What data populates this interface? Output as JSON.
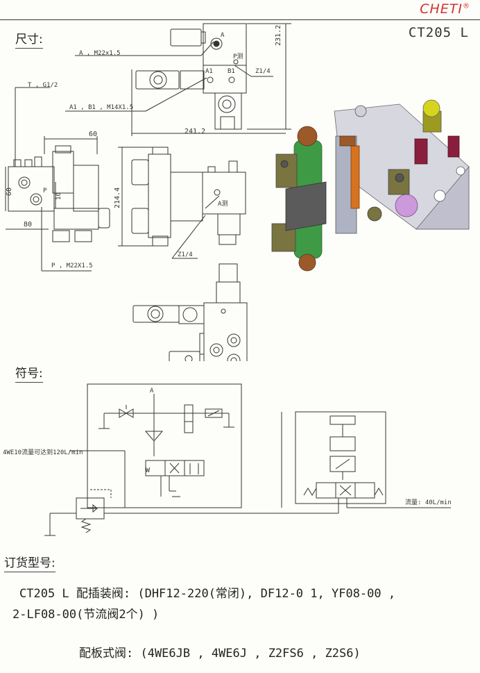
{
  "brand": {
    "name": "CHETI",
    "reg_mark": "®"
  },
  "model": "CT205 L",
  "sections": {
    "dimensions": "尺寸:",
    "symbols": "符号:",
    "ordering": "订货型号:"
  },
  "dimension_labels": {
    "port_a": "A , M22x1.5",
    "port_t": "T , G1/2",
    "port_a1b1": "A1 , B1 , M14X1.5",
    "port_p": "P , M22X1.5",
    "z14_top": "Z1/4",
    "z14_bottom": "Z1/4",
    "width_total": "241.2",
    "height_total": "231.2",
    "height_side": "214.4",
    "dim_60_top": "60",
    "dim_60_left": "60",
    "dim_80": "80",
    "dim_10": "10",
    "tag_a": "A",
    "tag_p_measure": "P测",
    "tag_a1": "A1",
    "tag_b1": "B1",
    "tag_a_measure": "A测",
    "tag_p": "P"
  },
  "schematic": {
    "flow_left": "4WE10流量可达到120L/min",
    "flow_right": "流量: 40L/min",
    "port_a": "A",
    "port_w": "W"
  },
  "ordering": {
    "line1": "CT205 L 配插装阀: (DHF12-220(常闭), DF12-0 1, YF08-00 ,",
    "line2": "2-LF08-00(节流阀2个) )",
    "line3": "配板式阀: (4WE6JB , 4WE6J , Z2FS6 , Z2S6)"
  },
  "colors": {
    "brand": "#d2312d",
    "line": "#333333",
    "green_valve": "#3f9a45",
    "bronze_knob": "#9c5a2a",
    "body_glass": "#c9c9d6",
    "olive_coil": "#7a7440"
  }
}
